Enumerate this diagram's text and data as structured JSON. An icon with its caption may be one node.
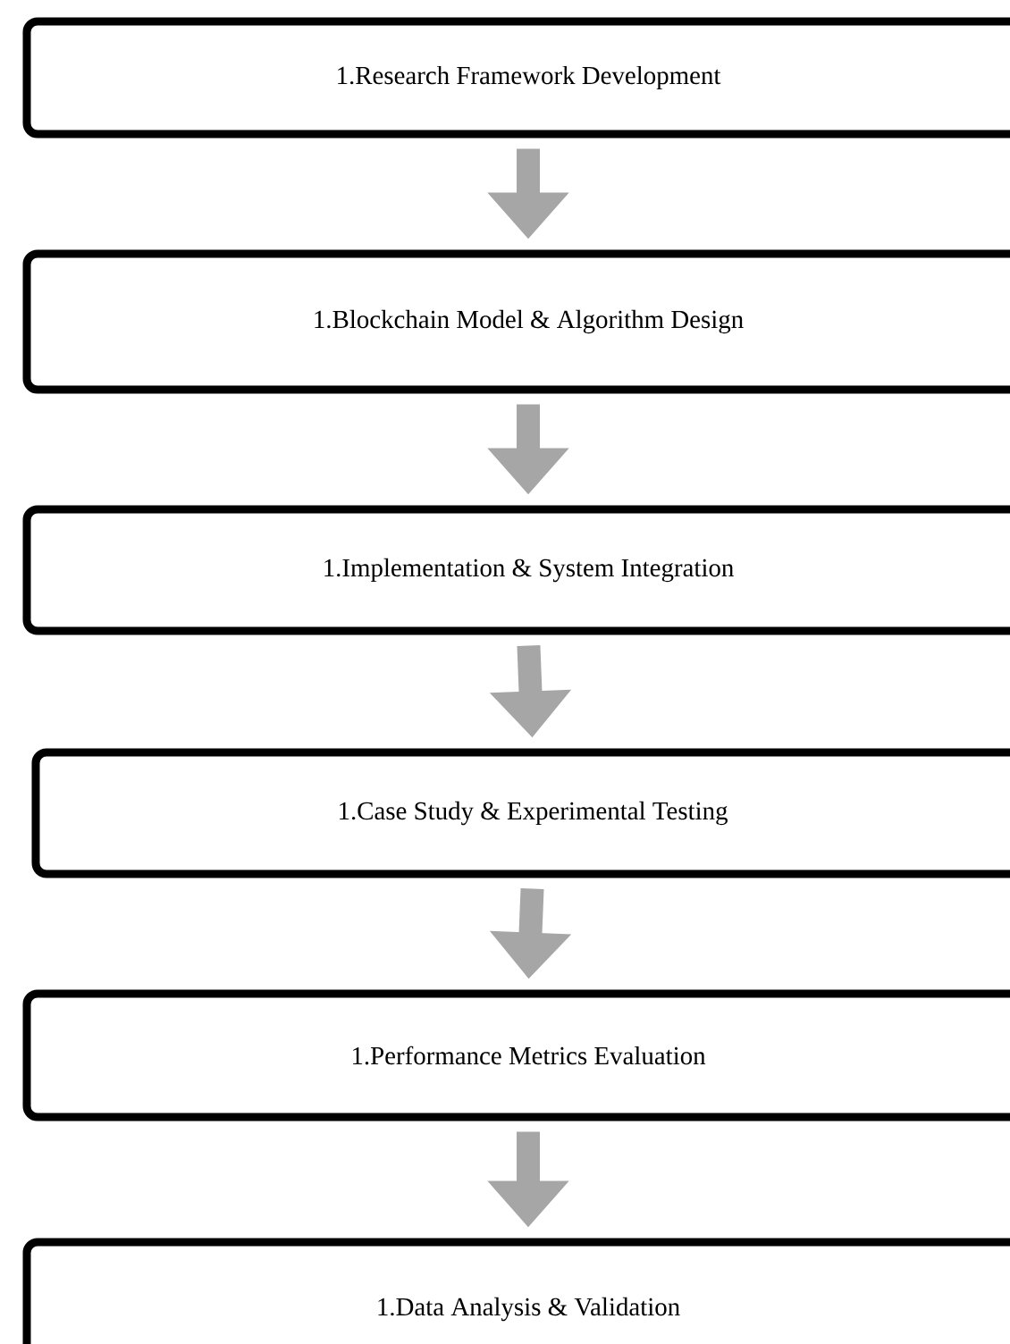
{
  "diagram": {
    "nodes": [
      {
        "text": [
          "1.Research Framework  Development"
        ]
      },
      {
        "text": [
          "1.Blockchain Model & Algorithm Design"
        ]
      },
      {
        "text": [
          "1.Implementation  & System Integration"
        ]
      },
      {
        "text": [
          "1.Case Study & Experimental  Testing"
        ]
      },
      {
        "text": [
          "1.Performance Metrics Evaluation"
        ]
      },
      {
        "text": [
          "1.Data Analysis & Validation"
        ]
      }
    ],
    "edges": [
      {
        "from": 0,
        "to": 1,
        "arrow": "to"
      },
      {
        "from": 1,
        "to": 2,
        "arrow": "to"
      },
      {
        "from": 2,
        "to": 3,
        "arrow": "to"
      },
      {
        "from": 3,
        "to": 4,
        "arrow": "to"
      },
      {
        "from": 4,
        "to": 5,
        "arrow": "to"
      }
    ]
  }
}
